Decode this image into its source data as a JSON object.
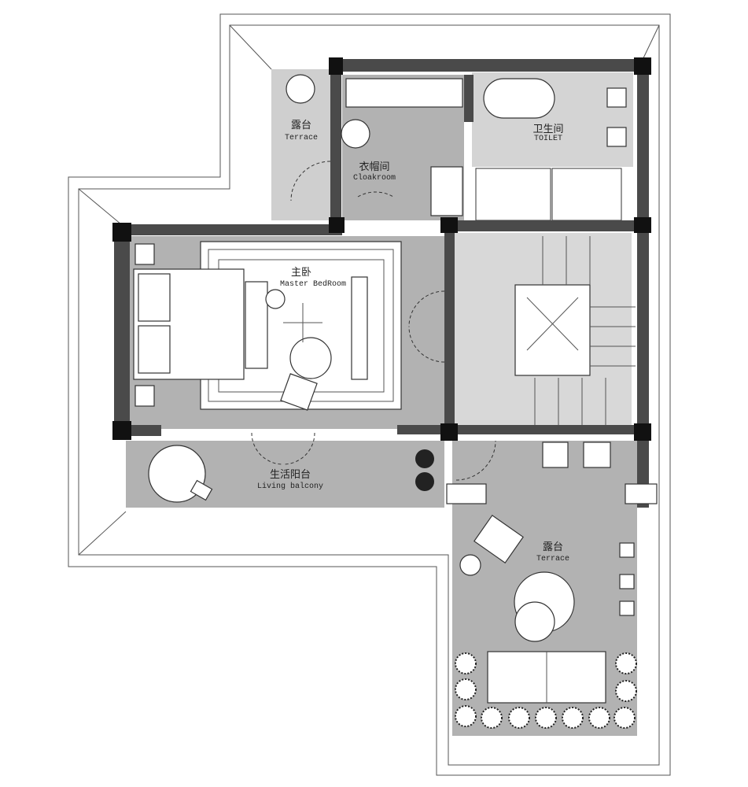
{
  "rooms": {
    "terrace_top": {
      "cn": "露台",
      "en": "Terrace"
    },
    "cloakroom": {
      "cn": "衣帽间",
      "en": "Cloakroom"
    },
    "toilet": {
      "cn": "卫生间",
      "en": "TOILET"
    },
    "master_bedroom": {
      "cn": "主卧",
      "en": "Master BedRoom"
    },
    "living_balcony": {
      "cn": "生活阳台",
      "en": "Living balcony"
    },
    "terrace_bottom": {
      "cn": "露台",
      "en": "Terrace"
    }
  },
  "colors": {
    "wall": "#4a4a4a",
    "floor_dark": "#b2b2b2",
    "floor_light": "#d4d4d4"
  }
}
